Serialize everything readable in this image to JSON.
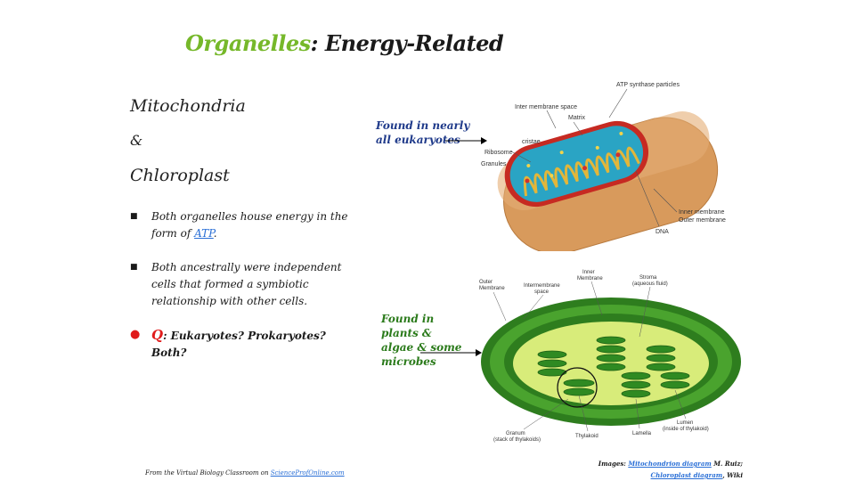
{
  "title": {
    "part1": "Organelles",
    "part2": ": Energy-Related"
  },
  "headings": {
    "mito": "Mitochondria",
    "amp": "&",
    "chloro": "Chloroplast"
  },
  "bullets": {
    "b1_text": "Both organelles house energy in the form of ",
    "b1_link": "ATP",
    "b1_end": ".",
    "b2": "Both ancestrally were independent cells that formed a symbiotic relationship with other cells.",
    "q_label": "Q",
    "q_text": ": Eukaryotes? Prokaryotes? Both?"
  },
  "notes": {
    "mito_line1": "Found in nearly",
    "mito_line2": "all eukaryotes",
    "chloro_line1": "Found in",
    "chloro_line2": "plants &",
    "chloro_line3": "algae & some",
    "chloro_line4": "microbes"
  },
  "mito_labels": {
    "atp": "ATP synthase particles",
    "inter": "Inter membrane space",
    "matrix": "Matrix",
    "ribosome": "Ribosome",
    "cristae": "cristae",
    "granules": "Granules",
    "dna": "DNA",
    "inner": "Inner membrane",
    "outer": "Outer membrane"
  },
  "chloro_labels": {
    "outer": "Outer",
    "outer2": "Membrane",
    "inter": "Intermembrane",
    "inter2": "space",
    "inner": "Inner",
    "inner2": "Membrane",
    "stroma": "Stroma",
    "stroma2": "(aqueous fluid)",
    "granum": "Granum",
    "granum2": "(stack of thylakoids)",
    "thylakoid": "Thylakoid",
    "lamella": "Lamella",
    "lumen": "Lumen",
    "lumen2": "(inside of thylakoid)"
  },
  "footer": {
    "text": "From the Virtual Biology Classroom on ",
    "link": "ScienceProfOnline.com"
  },
  "credits": {
    "prefix": "Images: ",
    "mito_link": "Mitochondrion diagram",
    "mito_author": " M. Ruiz;",
    "chloro_link": "Chloroplast diagram",
    "chloro_author": ", Wiki"
  },
  "colors": {
    "title_green": "#76b82a",
    "q_red": "#e01b1b",
    "note_blue": "#1f3a8a",
    "note_green": "#2a7a1a"
  }
}
